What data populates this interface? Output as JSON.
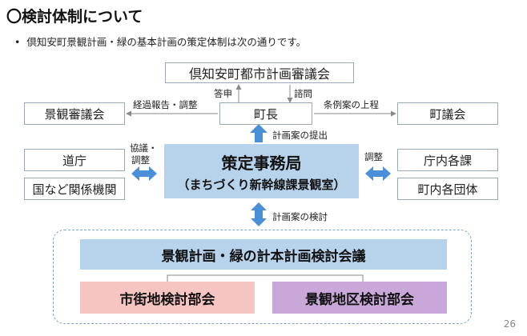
{
  "header": {
    "title": "〇検討体制について",
    "bullet_mark": "•",
    "bullet_text": "倶知安町景観計画・緑の基本計画の策定体制は次の通りです。"
  },
  "nodes": {
    "council_urban": "倶知安町都市計画審議会",
    "council_landscape": "景観審議会",
    "mayor": "町長",
    "town_assembly": "町議会",
    "hokkaido_gov": "道庁",
    "national_agencies": "国など関係機関",
    "office_line1": "策定事務局",
    "office_line2": "（まちづくり新幹線課景観室）",
    "internal_depts": "庁内各課",
    "town_groups": "町内各団体",
    "review_conference": "景観計画・緑の計本計画検討会議",
    "sub_urban_area": "市街地検討部会",
    "sub_landscape_district": "景観地区検討部会"
  },
  "edges": {
    "answer": "答申",
    "consult": "諮問",
    "progress_report": "経過報告・調整",
    "ordinance_submit": "条例案の上程",
    "plan_submit": "計画案の提出",
    "consult_coord_1": "協議・",
    "consult_coord_2": "調整",
    "coordination": "調整",
    "plan_review": "計画案の検討"
  },
  "colors": {
    "accent_blue": "#b7d3ec",
    "arrow_blue": "#4a90d9",
    "subgroup_pink": "#f6c5c2",
    "subgroup_purple": "#c9a7d9",
    "dashed_border": "#7ea3cb"
  },
  "footer": {
    "page_number": "26"
  }
}
